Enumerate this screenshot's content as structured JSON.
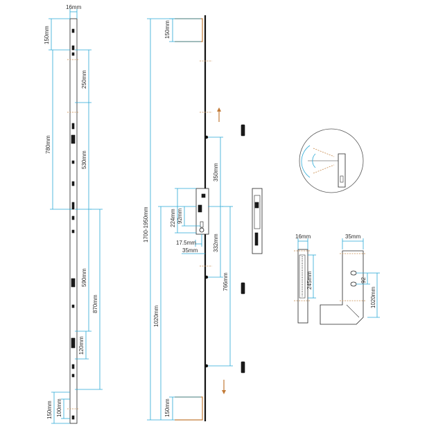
{
  "left_strip": {
    "width_label": "16mm",
    "top_label": "150mm",
    "spacing_250": "250mm",
    "spacing_780": "780mm",
    "spacing_530": "530mm",
    "spacing_590": "590mm",
    "spacing_870": "870mm",
    "spacing_120": "120mm",
    "bottom_100": "100mm",
    "bottom_150": "150mm"
  },
  "middle_door": {
    "top_150": "150mm",
    "total_height": "1700-1950mm",
    "handle_height": "1020mm",
    "bottom_150": "150mm",
    "upper_hook": "350mm",
    "lower_hook": "332mm",
    "lower_766": "766mm",
    "gearbox_224": "224mm",
    "gearbox_92": "92mm",
    "backset_17_5": "17.5mm",
    "backset_35": "35mm"
  },
  "keep_detail": {
    "width_label": "16mm",
    "height_label": "245mm"
  },
  "frame_detail": {
    "width_label": "35mm",
    "centres_label": "92",
    "height_label": "1020mm"
  },
  "colors": {
    "dimension": "#29a9d6",
    "bracket": "#c27a36",
    "outline": "#222222"
  }
}
